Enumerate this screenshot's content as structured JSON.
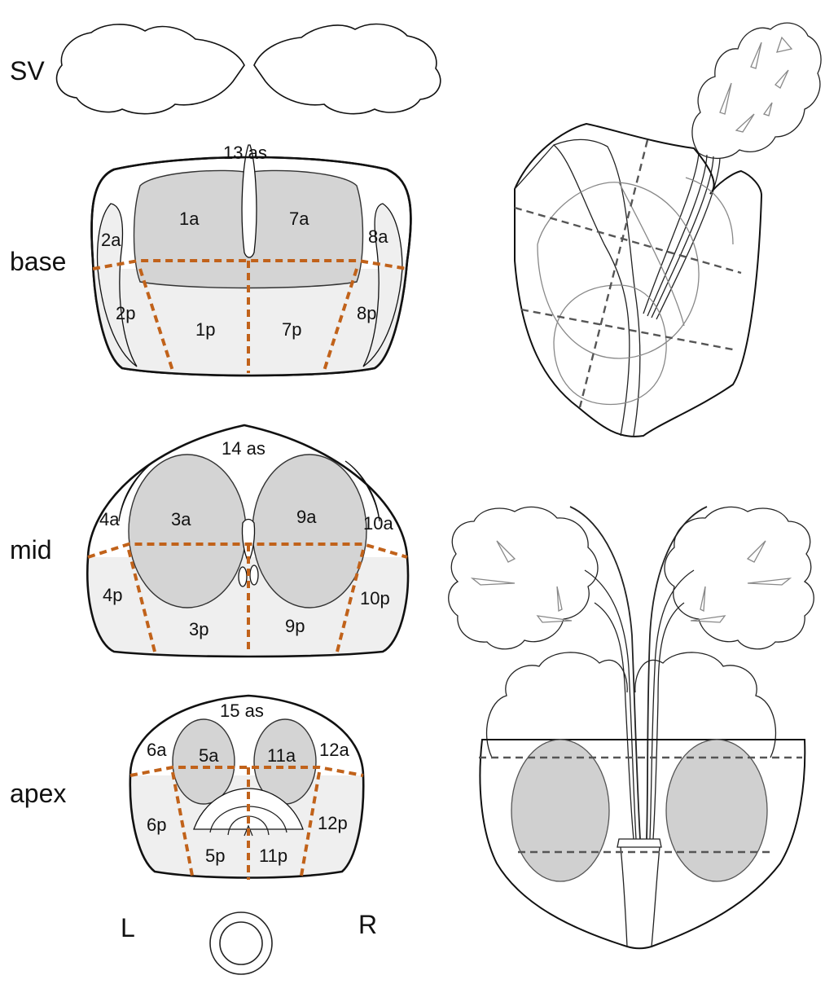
{
  "rows": {
    "sv": "SV",
    "base": "base",
    "mid": "mid",
    "apex": "apex"
  },
  "zones": {
    "z13as": "13 as",
    "z1a": "1a",
    "z7a": "7a",
    "z2a": "2a",
    "z8a": "8a",
    "z2p": "2p",
    "z1p": "1p",
    "z7p": "7p",
    "z8p": "8p",
    "z14as": "14 as",
    "z3a": "3a",
    "z9a": "9a",
    "z4a": "4a",
    "z10a": "10a",
    "z4p": "4p",
    "z3p": "3p",
    "z9p": "9p",
    "z10p": "10p",
    "z15as": "15 as",
    "z5a": "5a",
    "z11a": "11a",
    "z6a": "6a",
    "z12a": "12a",
    "z6p": "6p",
    "z5p": "5p",
    "z11p": "11p",
    "z12p": "12p"
  },
  "orientation": {
    "left": "L",
    "right": "R"
  },
  "colors": {
    "cut_line": "#c1621a",
    "transition_zone": "#d4d4d4",
    "peripheral_zone": "#efefef",
    "outline": "#111111"
  }
}
